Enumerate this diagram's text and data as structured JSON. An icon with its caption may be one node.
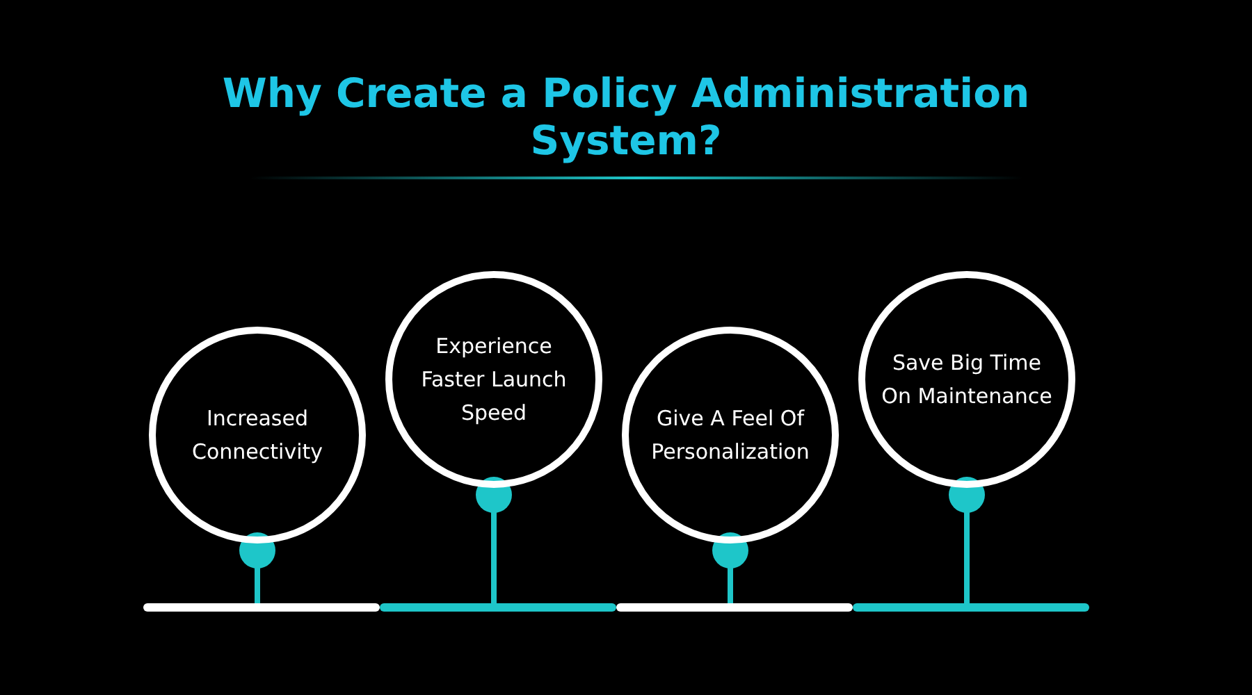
{
  "diagram": {
    "title": "Why Create a Policy Administration System?",
    "nodes": [
      {
        "text": [
          "Increased Connectivity"
        ]
      },
      {
        "text": [
          "Experience Faster Launch Speed"
        ]
      },
      {
        "text": [
          "Give A Feel Of Personalization"
        ]
      },
      {
        "text": [
          "Save Big Time On Maintenance"
        ]
      }
    ],
    "edges": []
  }
}
